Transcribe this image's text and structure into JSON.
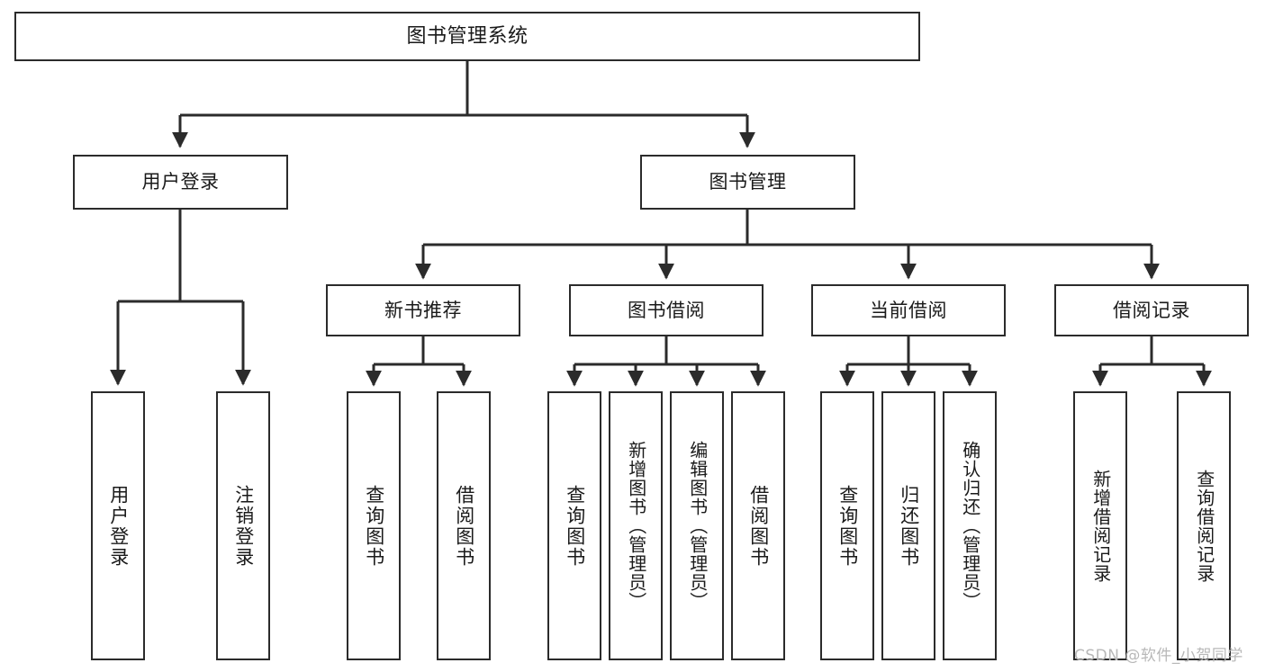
{
  "diagram": {
    "title": "图书管理系统",
    "watermark": "CSDN @软件_小贺同学",
    "colors": {
      "stroke": "#2b2b2b",
      "fill": "#ffffff",
      "text": "#1a1a1a",
      "watermark": "#b8b8b8"
    },
    "nodes": {
      "root": "图书管理系统",
      "level2": [
        "用户登录",
        "图书管理"
      ],
      "level3": [
        "新书推荐",
        "图书借阅",
        "当前借阅",
        "借阅记录"
      ],
      "leaves": {
        "user_login": [
          "用户登录",
          "注销登录"
        ],
        "new_book": [
          "查询图书",
          "借阅图书"
        ],
        "book_borrow": [
          "查询图书",
          "新增图书（管理员）",
          "编辑图书（管理员）",
          "借阅图书"
        ],
        "current_borrow": [
          "查询图书",
          "归还图书",
          "确认归还（管理员）"
        ],
        "borrow_record": [
          "新增借阅记录",
          "查询借阅记录"
        ]
      }
    }
  }
}
